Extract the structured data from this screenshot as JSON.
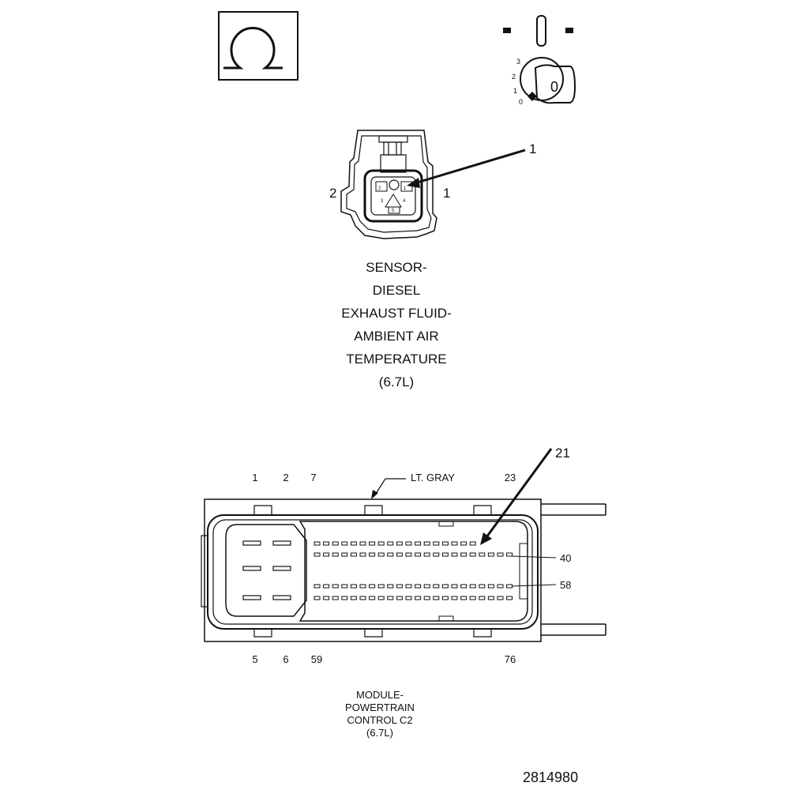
{
  "symbols": {
    "ohmmeter_icon": "ohmmeter-symbol",
    "ignition_key_icon": "ignition-key-symbol",
    "key_positions": [
      "3",
      "2",
      "1",
      "0"
    ],
    "key_label": "0"
  },
  "sensor_connector": {
    "callout": "1",
    "side_label_left": "2",
    "side_label_right": "1",
    "cavity_labels": [
      "2",
      "1",
      "3",
      "4",
      "5"
    ],
    "title_lines": [
      "SENSOR-",
      "DIESEL",
      "EXHAUST FLUID-",
      "AMBIENT AIR",
      "TEMPERATURE",
      "(6.7L)"
    ]
  },
  "pcm_connector": {
    "callout": "21",
    "color_label": "LT. GRAY",
    "pin_labels_top": [
      "1",
      "2",
      "7",
      "23"
    ],
    "pin_labels_bottom": [
      "5",
      "6",
      "59",
      "76"
    ],
    "pin_labels_right": [
      "40",
      "58"
    ],
    "title_lines": [
      "MODULE-",
      "POWERTRAIN",
      "CONTROL C2",
      "(6.7L)"
    ]
  },
  "figure_number": "2814980"
}
